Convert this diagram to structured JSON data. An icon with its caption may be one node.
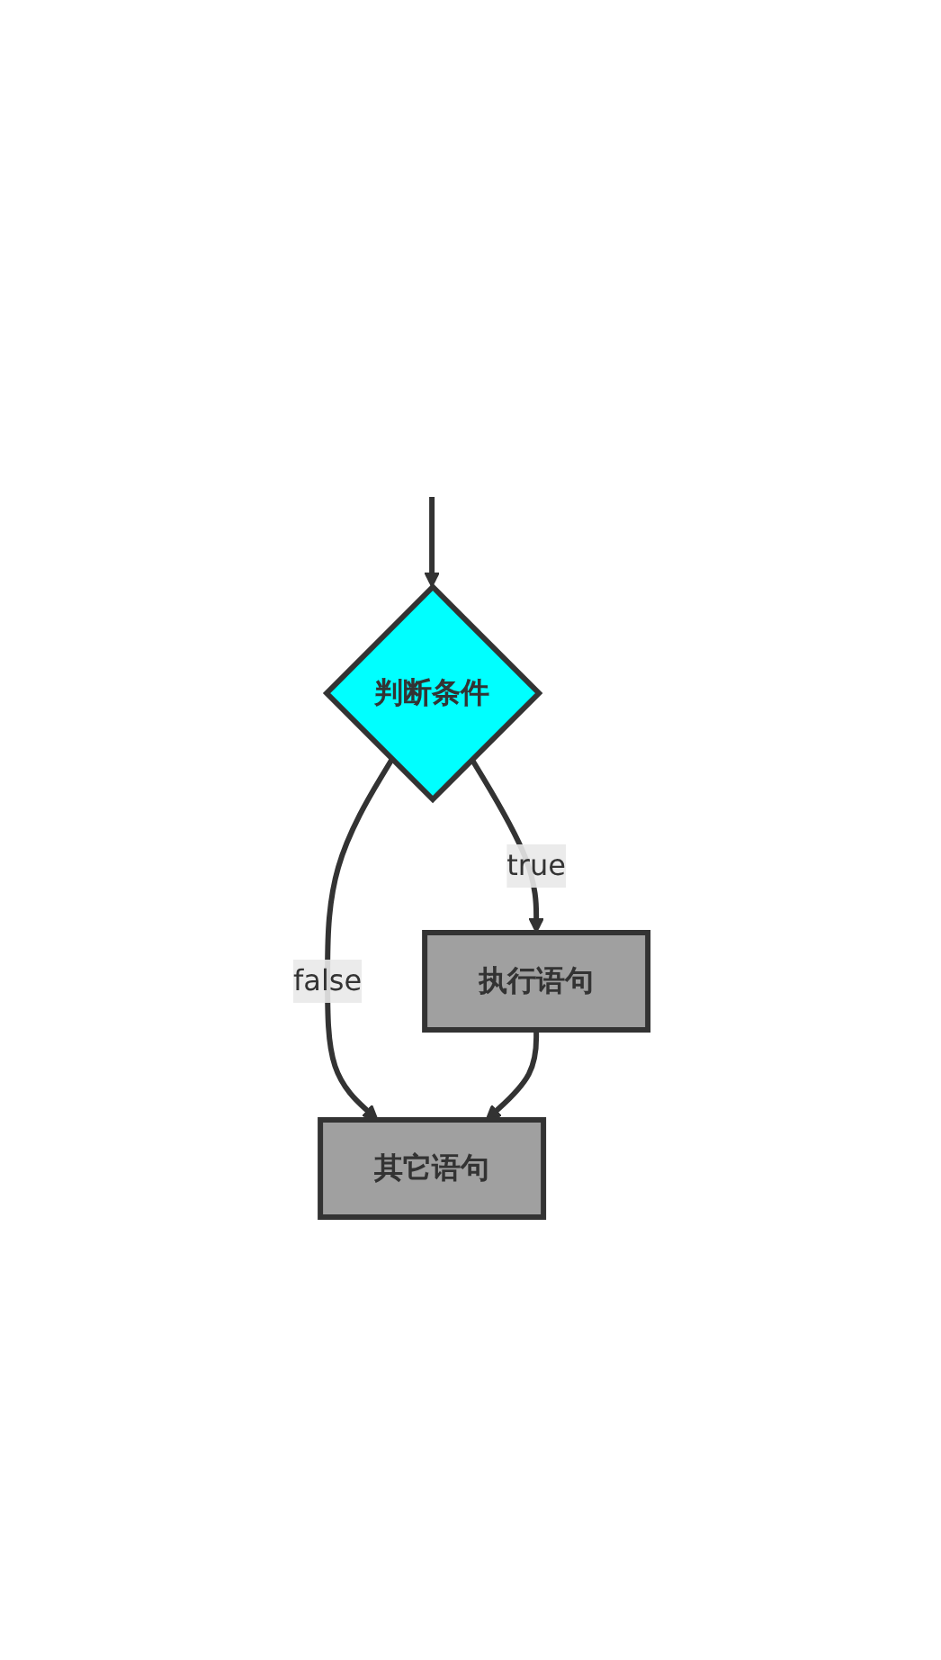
{
  "diagram": {
    "nodes": [
      {
        "text": [
          "判断条件"
        ]
      },
      {
        "text": [
          "执行语句"
        ]
      },
      {
        "text": [
          "其它语句"
        ]
      }
    ],
    "edges": [
      {
        "from": null,
        "to": 0,
        "arrow": "to"
      },
      {
        "from": 0,
        "to": 1,
        "arrow": "to",
        "label": "true"
      },
      {
        "from": 0,
        "to": 2,
        "arrow": "to",
        "label": "false"
      },
      {
        "from": 1,
        "to": 2,
        "arrow": "to"
      }
    ]
  }
}
